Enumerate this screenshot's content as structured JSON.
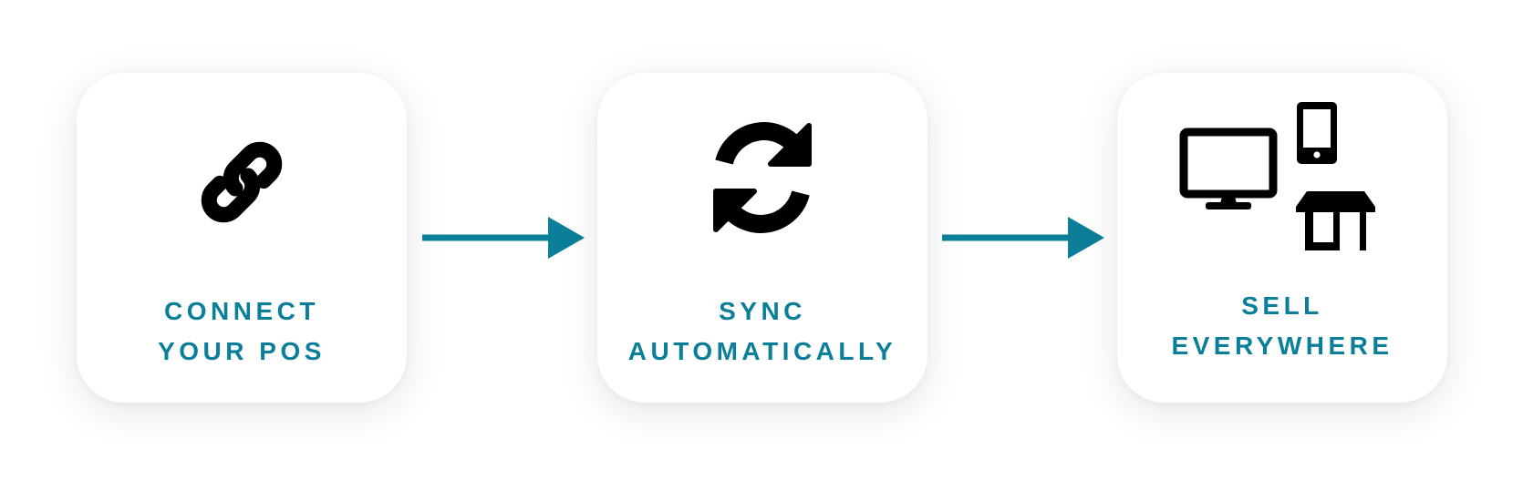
{
  "steps": [
    {
      "id": "connect",
      "icon": "link-icon",
      "label_lines": [
        "CONNECT",
        "YOUR POS"
      ]
    },
    {
      "id": "sync",
      "icon": "sync-icon",
      "label_lines": [
        "SYNC",
        "AUTOMATICALLY"
      ]
    },
    {
      "id": "sell",
      "icon": "devices-icon",
      "label_lines": [
        "SELL",
        "EVERYWHERE"
      ]
    }
  ],
  "colors": {
    "accent": "#0b7f99",
    "icon": "#000000",
    "card_background": "#ffffff",
    "page_background": "#ffffff"
  }
}
